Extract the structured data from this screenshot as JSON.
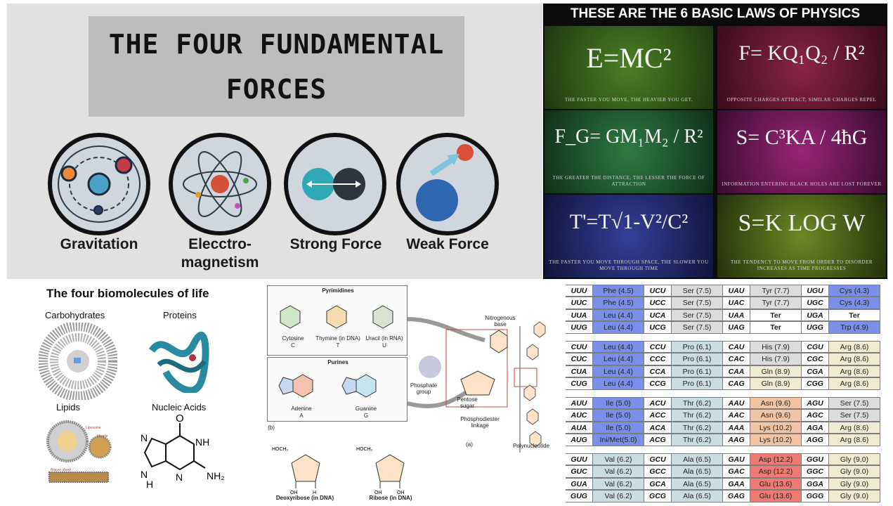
{
  "forces": {
    "title": "THE FOUR FUNDAMENTAL FORCES",
    "items": [
      {
        "label": "Gravitation"
      },
      {
        "label": "Elecctro-magnetism"
      },
      {
        "label": "Strong Force"
      },
      {
        "label": "Weak Force"
      }
    ]
  },
  "laws": {
    "header": "THESE ARE THE 6 BASIC LAWS OF PHYSICS",
    "colors": [
      "#3c6a1c",
      "#7a1e3e",
      "#2f6e3e",
      "#8a1e6a",
      "#2a3a8e",
      "#5e7a1e"
    ],
    "items": [
      {
        "eq": "E=MC²",
        "cap": "THE FASTER YOU MOVE, THE HEAVIER YOU GET."
      },
      {
        "eq": "F= KQ₁Q₂ / R²",
        "cap": "OPPOSITE CHARGES ATTRACT, SIMILAR CHARGES REPEL"
      },
      {
        "eq": "F_G= GM₁M₂ / R²",
        "cap": "THE GREATER THE DISTANCE, THE LESSER THE FORCE OF ATTRACTION"
      },
      {
        "eq": "S= C³KA / 4ħG",
        "cap": "INFORMATION ENTERING BLACK HOLES ARE LOST FOREVER"
      },
      {
        "eq": "T'=T√1-V²/C²",
        "cap": "THE FASTER YOU MOVE THROUGH SPACE, THE SLOWER YOU MOVE THROUGH TIME"
      },
      {
        "eq": "S=K LOG W",
        "cap": "THE TENDENCY TO MOVE FROM ORDER TO DISORDER INCREASES AS TIME PROGRESSES"
      }
    ]
  },
  "bio": {
    "title": "The four biomolecules of life",
    "labels": [
      "Carbohydrates",
      "Proteins",
      "Lipids",
      "Nucleic Acids"
    ],
    "lipid_tags": [
      "Liposome",
      "Micelle",
      "Bilayer sheet"
    ],
    "atoms": [
      "O",
      "N",
      "NH",
      "N",
      "H",
      "N",
      "NH₂"
    ]
  },
  "nucleotide": {
    "pyrimidines": "Pyrimidines",
    "purines": "Purines",
    "bases": [
      {
        "name": "Cytosine",
        "letter": "C"
      },
      {
        "name": "Thymine (in DNA)",
        "letter": "T"
      },
      {
        "name": "Uracil (in RNA)",
        "letter": "U"
      },
      {
        "name": "Adenine",
        "letter": "A"
      },
      {
        "name": "Guanine",
        "letter": "G"
      }
    ],
    "labels": {
      "nitrogenous": "Nitrogenous base",
      "phosphate": "Phosphate group",
      "pentose": "Pentose sugar",
      "phosphodiester": "Phosphodiester linkage",
      "polynucleotide": "Polynucleotide",
      "b": "(b)",
      "a": "(a)",
      "deoxyribose": "Deoxyribose (in DNA)",
      "ribose": "Ribose (in DNA)",
      "hoch2": "HOCH₂",
      "oh": "OH",
      "h": "H"
    }
  },
  "codon": {
    "colors": {
      "blue": "#7b8fe8",
      "grey": "#dcdcdc",
      "cyan": "#c9dde3",
      "orange": "#f2c4a3",
      "red": "#ef7a72",
      "cream": "#f3ead2",
      "white": "#ffffff"
    },
    "blocks": [
      [
        [
          [
            "UUU",
            "Phe (4.5)",
            "blue"
          ],
          [
            "UCU",
            "Ser (7.5)",
            "grey"
          ],
          [
            "UAU",
            "Tyr (7.7)",
            "grey"
          ],
          [
            "UGU",
            "Cys (4.3)",
            "blue"
          ]
        ],
        [
          [
            "UUC",
            "Phe (4.5)",
            "blue"
          ],
          [
            "UCC",
            "Ser (7.5)",
            "grey"
          ],
          [
            "UAC",
            "Tyr (7.7)",
            "grey"
          ],
          [
            "UGC",
            "Cys (4.3)",
            "blue"
          ]
        ],
        [
          [
            "UUA",
            "Leu (4.4)",
            "blue"
          ],
          [
            "UCA",
            "Ser (7.5)",
            "grey"
          ],
          [
            "UAA",
            "Ter",
            "white"
          ],
          [
            "UGA",
            "Ter",
            "white"
          ]
        ],
        [
          [
            "UUG",
            "Leu (4.4)",
            "blue"
          ],
          [
            "UCG",
            "Ser (7.5)",
            "grey"
          ],
          [
            "UAG",
            "Ter",
            "white"
          ],
          [
            "UGG",
            "Trp (4.9)",
            "blue"
          ]
        ]
      ],
      [
        [
          [
            "CUU",
            "Leu (4.4)",
            "blue"
          ],
          [
            "CCU",
            "Pro (6.1)",
            "cyan"
          ],
          [
            "CAU",
            "His (7.9)",
            "grey"
          ],
          [
            "CGU",
            "Arg (8.6)",
            "cream"
          ]
        ],
        [
          [
            "CUC",
            "Leu (4.4)",
            "blue"
          ],
          [
            "CCC",
            "Pro (6.1)",
            "cyan"
          ],
          [
            "CAC",
            "His (7.9)",
            "grey"
          ],
          [
            "CGC",
            "Arg (8.6)",
            "cream"
          ]
        ],
        [
          [
            "CUA",
            "Leu (4.4)",
            "blue"
          ],
          [
            "CCA",
            "Pro (6.1)",
            "cyan"
          ],
          [
            "CAA",
            "Gln (8.9)",
            "cream"
          ],
          [
            "CGA",
            "Arg (8.6)",
            "cream"
          ]
        ],
        [
          [
            "CUG",
            "Leu (4.4)",
            "blue"
          ],
          [
            "CCG",
            "Pro (6.1)",
            "cyan"
          ],
          [
            "CAG",
            "Gln (8.9)",
            "cream"
          ],
          [
            "CGG",
            "Arg (8.6)",
            "cream"
          ]
        ]
      ],
      [
        [
          [
            "AUU",
            "Ile (5.0)",
            "blue"
          ],
          [
            "ACU",
            "Thr (6.2)",
            "cyan"
          ],
          [
            "AAU",
            "Asn (9.6)",
            "orange"
          ],
          [
            "AGU",
            "Ser (7.5)",
            "grey"
          ]
        ],
        [
          [
            "AUC",
            "Ile (5.0)",
            "blue"
          ],
          [
            "ACC",
            "Thr (6.2)",
            "cyan"
          ],
          [
            "AAC",
            "Asn (9.6)",
            "orange"
          ],
          [
            "AGC",
            "Ser (7.5)",
            "grey"
          ]
        ],
        [
          [
            "AUA",
            "Ile (5.0)",
            "blue"
          ],
          [
            "ACA",
            "Thr (6.2)",
            "cyan"
          ],
          [
            "AAA",
            "Lys (10.2)",
            "orange"
          ],
          [
            "AGA",
            "Arg (8.6)",
            "cream"
          ]
        ],
        [
          [
            "AUG",
            "Ini/Met(5.0)",
            "blue"
          ],
          [
            "ACG",
            "Thr (6.2)",
            "cyan"
          ],
          [
            "AAG",
            "Lys (10.2)",
            "orange"
          ],
          [
            "AGG",
            "Arg (8.6)",
            "cream"
          ]
        ]
      ],
      [
        [
          [
            "GUU",
            "Val (6.2)",
            "cyan"
          ],
          [
            "GCU",
            "Ala (6.5)",
            "cyan"
          ],
          [
            "GAU",
            "Asp (12.2)",
            "red"
          ],
          [
            "GGU",
            "Gly (9.0)",
            "cream"
          ]
        ],
        [
          [
            "GUC",
            "Val (6.2)",
            "cyan"
          ],
          [
            "GCC",
            "Ala (6.5)",
            "cyan"
          ],
          [
            "GAC",
            "Asp (12.2)",
            "red"
          ],
          [
            "GGC",
            "Gly (9.0)",
            "cream"
          ]
        ],
        [
          [
            "GUA",
            "Val (6.2)",
            "cyan"
          ],
          [
            "GCA",
            "Ala (6.5)",
            "cyan"
          ],
          [
            "GAA",
            "Glu (13.6)",
            "red"
          ],
          [
            "GGA",
            "Gly (9.0)",
            "cream"
          ]
        ],
        [
          [
            "GUG",
            "Val (6.2)",
            "cyan"
          ],
          [
            "GCG",
            "Ala (6.5)",
            "cyan"
          ],
          [
            "GAG",
            "Glu (13.6)",
            "red"
          ],
          [
            "GGG",
            "Gly (9.0)",
            "cream"
          ]
        ]
      ]
    ]
  }
}
